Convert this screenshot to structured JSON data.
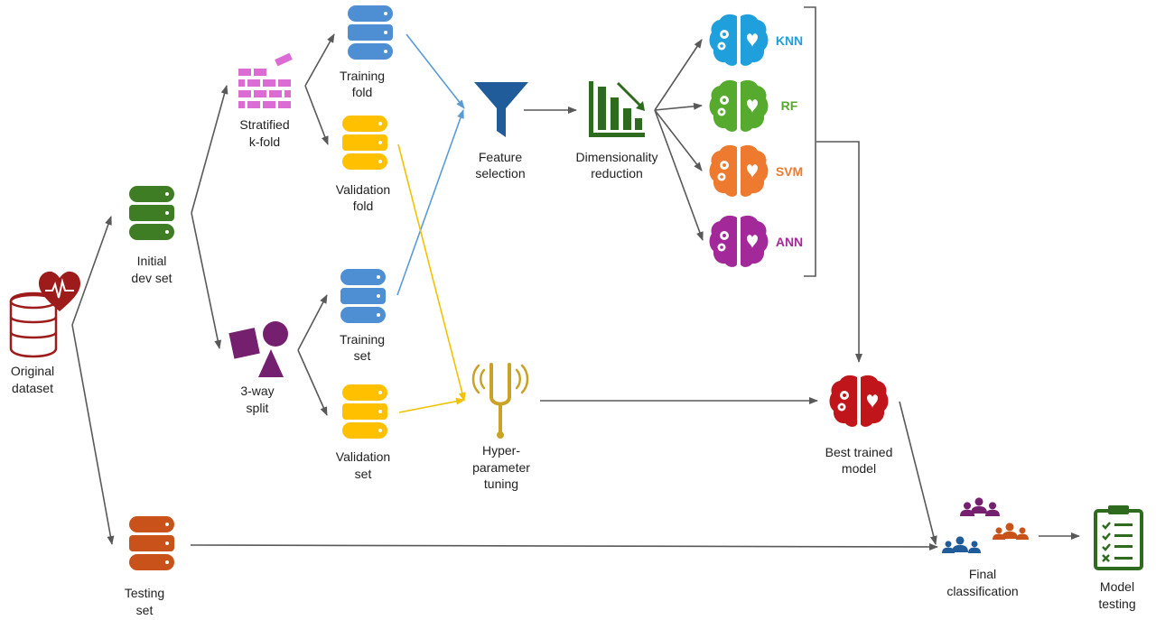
{
  "colors": {
    "dark_red": "#9E1B1B",
    "green": "#3E7D23",
    "orange": "#C8521A",
    "pink": "#DB6CD3",
    "purple": "#74206E",
    "blue": "#4E8FD4",
    "yellow": "#FFC000",
    "navy": "#1F5C99",
    "gold": "#C9A227",
    "dark_green": "#2E6B1F",
    "knn": "#1FA0DC",
    "rf": "#56AA2D",
    "svm": "#EE7A2F",
    "ann": "#A3299A",
    "best": "#C0161B",
    "arrow_gray": "#595959",
    "arrow_blue": "#5B9BD5",
    "arrow_yellow": "#F2C200"
  },
  "nodes": {
    "original_dataset": {
      "line1": "Original",
      "line2": "dataset",
      "icon": "heart-database-icon"
    },
    "initial_dev_set": {
      "line1": "Initial",
      "line2": "dev set",
      "icon": "database-icon"
    },
    "testing_set": {
      "line1": "Testing",
      "line2": "set",
      "icon": "database-icon"
    },
    "stratified_kfold": {
      "line1": "Stratified",
      "line2": "k-fold",
      "icon": "bricks-icon"
    },
    "three_way_split": {
      "line1": "3-way",
      "line2": "split",
      "icon": "shapes-icon"
    },
    "training_fold": {
      "line1": "Training",
      "line2": "fold",
      "icon": "database-icon"
    },
    "validation_fold": {
      "line1": "Validation",
      "line2": "fold",
      "icon": "database-icon"
    },
    "training_set": {
      "line1": "Training",
      "line2": "set",
      "icon": "database-icon"
    },
    "validation_set": {
      "line1": "Validation",
      "line2": "set",
      "icon": "database-icon"
    },
    "feature_selection": {
      "line1": "Feature",
      "line2": "selection",
      "icon": "funnel-icon"
    },
    "dimensionality_reduction": {
      "line1": "Dimensionality",
      "line2": "reduction",
      "icon": "declining-bar-chart-icon"
    },
    "hyperparameter_tuning": {
      "line1": "Hyper-",
      "line2": "parameter",
      "line3": "tuning",
      "icon": "tuning-fork-icon"
    },
    "best_trained_model": {
      "line1": "Best trained",
      "line2": "model",
      "icon": "brain-icon"
    },
    "final_classification": {
      "line1": "Final",
      "line2": "classification",
      "icon": "people-groups-icon"
    },
    "model_testing": {
      "line1": "Model",
      "line2": "testing",
      "icon": "clipboard-checklist-icon"
    }
  },
  "models": [
    {
      "label": "KNN",
      "color": "#1FA0DC"
    },
    {
      "label": "RF",
      "color": "#56AA2D"
    },
    {
      "label": "SVM",
      "color": "#EE7A2F"
    },
    {
      "label": "ANN",
      "color": "#A3299A"
    }
  ]
}
